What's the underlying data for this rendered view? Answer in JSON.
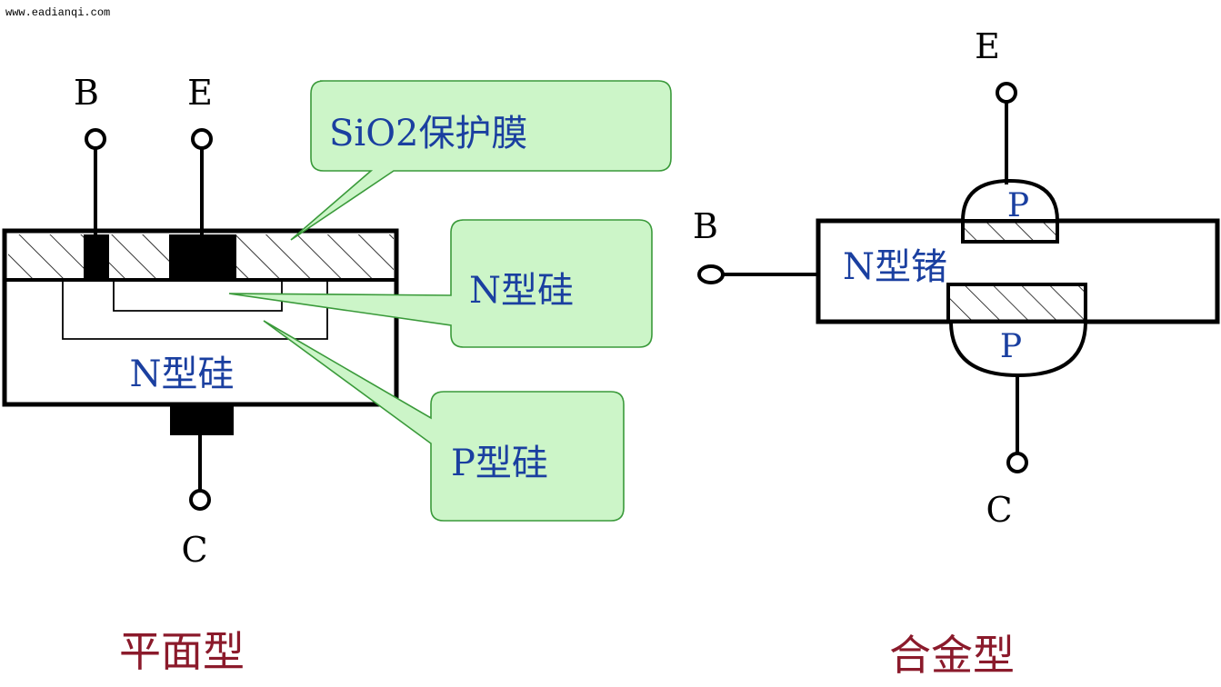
{
  "watermark": "www.eadianqi.com",
  "colors": {
    "label_blue": "#1a3fa0",
    "caption_red": "#8b1a2b",
    "callout_fill": "#ccf5c8",
    "callout_stroke": "#3a9a3a",
    "line": "#000000"
  },
  "planar": {
    "terminal_b": "B",
    "terminal_e": "E",
    "terminal_c": "C",
    "body_label": "N型硅",
    "callout_sio2": "SiO2保护膜",
    "callout_n": "N型硅",
    "callout_p": "P型硅",
    "caption": "平面型"
  },
  "alloy": {
    "terminal_e": "E",
    "terminal_b": "B",
    "terminal_c": "C",
    "body_label": "N型锗",
    "p_top": "P",
    "p_bottom": "P",
    "caption": "合金型"
  }
}
